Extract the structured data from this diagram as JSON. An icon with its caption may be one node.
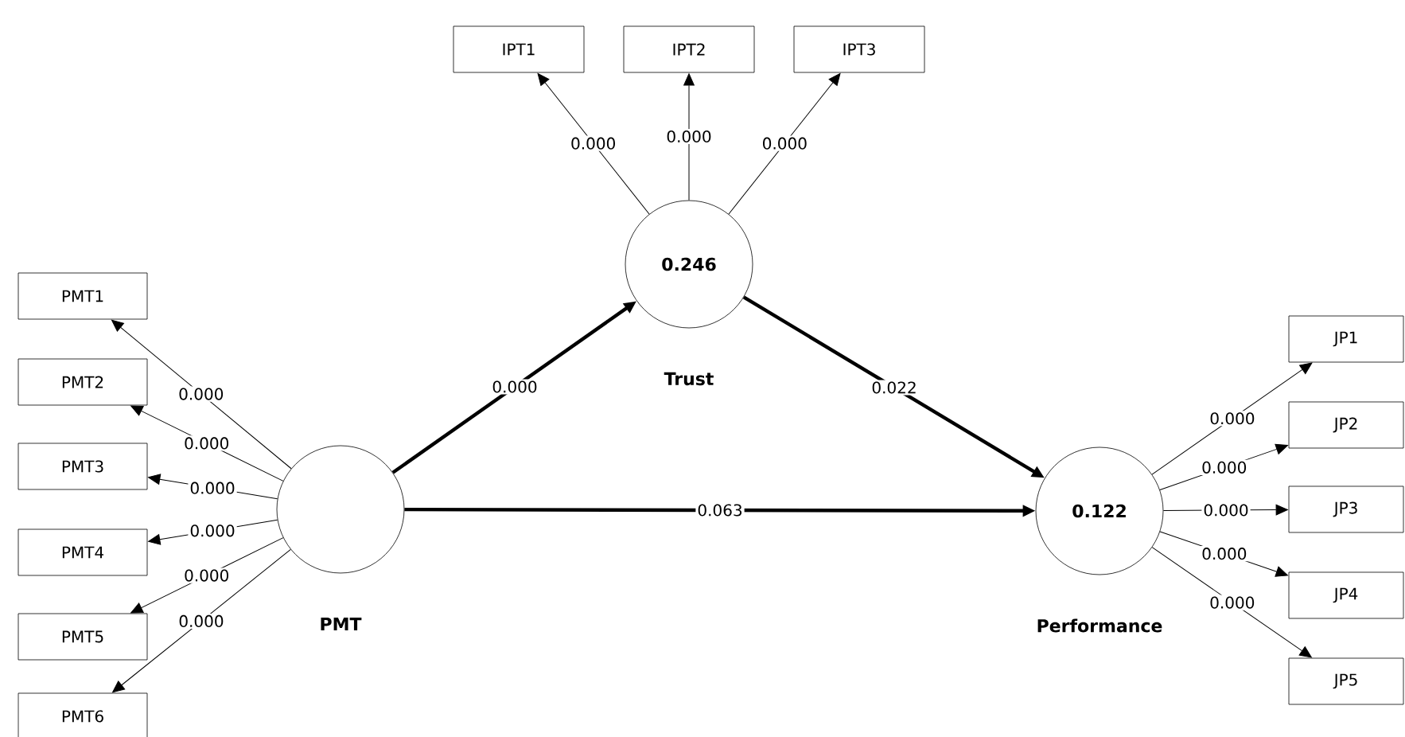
{
  "diagram": {
    "nodes": [
      {
        "text": [
          "IPT1"
        ]
      },
      {
        "text": [
          "IPT2"
        ]
      },
      {
        "text": [
          "IPT3"
        ]
      },
      {
        "text": [
          "0.246"
        ],
        "beside": [
          "Trust"
        ]
      },
      {
        "text": [
          "PMT1"
        ]
      },
      {
        "text": [
          "PMT2"
        ]
      },
      {
        "text": [
          "PMT3"
        ]
      },
      {
        "text": [
          "PMT4"
        ]
      },
      {
        "text": [
          "PMT5"
        ]
      },
      {
        "text": [
          "PMT6"
        ]
      },
      {
        "text": [],
        "shape": "circle",
        "beside": [
          "PMT"
        ]
      },
      {
        "text": [
          "0.122"
        ],
        "beside": [
          "Performance"
        ]
      },
      {
        "text": [
          "JP1"
        ]
      },
      {
        "text": [
          "JP2"
        ]
      },
      {
        "text": [
          "JP3"
        ]
      },
      {
        "text": [
          "JP4"
        ]
      },
      {
        "text": [
          "JP5"
        ]
      }
    ],
    "edges": [
      {
        "from": 3,
        "to": 0,
        "arrow": "to",
        "label": "0.000"
      },
      {
        "from": 3,
        "to": 1,
        "arrow": "to",
        "label": "0.000"
      },
      {
        "from": 3,
        "to": 2,
        "arrow": "to",
        "label": "0.000"
      },
      {
        "from": 10,
        "to": 4,
        "arrow": "to",
        "label": "0.000"
      },
      {
        "from": 10,
        "to": 5,
        "arrow": "to",
        "label": "0.000"
      },
      {
        "from": 10,
        "to": 6,
        "arrow": "to",
        "label": "0.000"
      },
      {
        "from": 10,
        "to": 7,
        "arrow": "to",
        "label": "0.000"
      },
      {
        "from": 10,
        "to": 8,
        "arrow": "to",
        "label": "0.000"
      },
      {
        "from": 10,
        "to": 9,
        "arrow": "to",
        "label": "0.000"
      },
      {
        "from": 10,
        "to": 3,
        "arrow": "to",
        "label": "0.000",
        "style": "thick"
      },
      {
        "from": 3,
        "to": 11,
        "arrow": "to",
        "label": "0.022",
        "style": "thick"
      },
      {
        "from": 10,
        "to": 11,
        "arrow": "to",
        "label": "0.063",
        "style": "thick"
      },
      {
        "from": 11,
        "to": 12,
        "arrow": "to",
        "label": "0.000"
      },
      {
        "from": 11,
        "to": 13,
        "arrow": "to",
        "label": "0.000"
      },
      {
        "from": 11,
        "to": 14,
        "arrow": "to",
        "label": "0.000"
      },
      {
        "from": 11,
        "to": 15,
        "arrow": "to",
        "label": "0.000"
      },
      {
        "from": 11,
        "to": 16,
        "arrow": "to",
        "label": "0.000"
      }
    ]
  }
}
